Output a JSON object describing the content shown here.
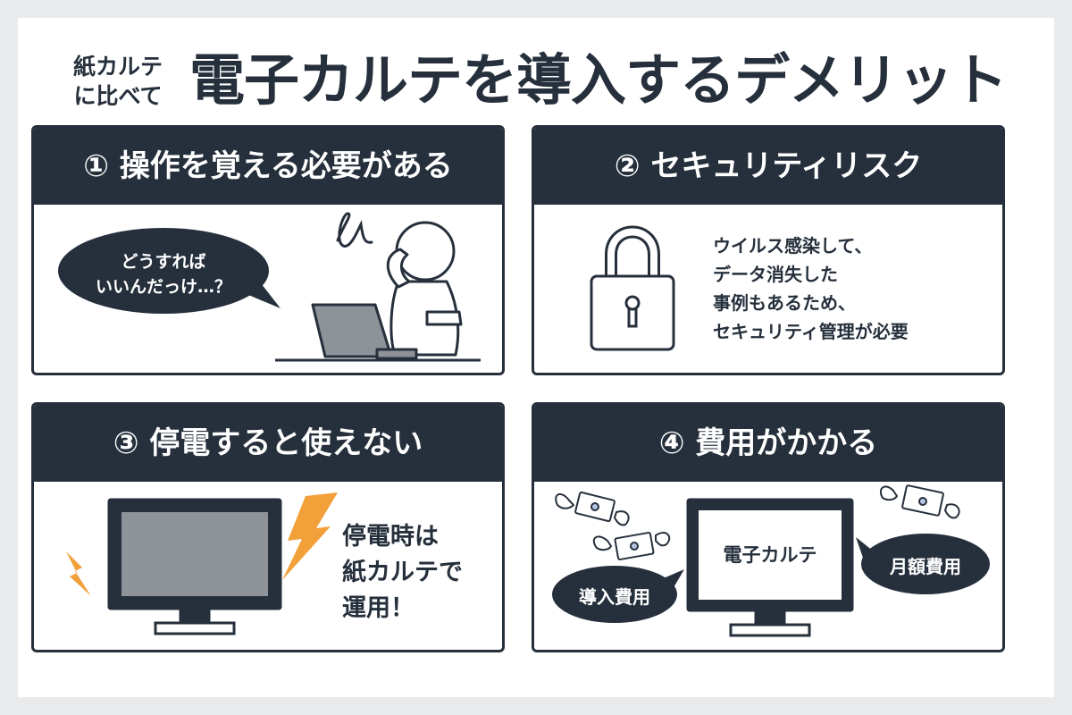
{
  "header": {
    "subtitle_lines": [
      "紙カルテ",
      "に比べて"
    ],
    "title": "電子カルテを導入するデメリット"
  },
  "panels": [
    {
      "heading": "① 操作を覚える必要がある",
      "speech_lines": [
        "どうすれば",
        "いいんだっけ…？"
      ],
      "icons": [
        "speech-bubble-icon",
        "confused-person-icon",
        "laptop-icon",
        "scribble-icon"
      ]
    },
    {
      "heading": "② セキュリティリスク",
      "text_lines": [
        "ウイルス感染して、",
        "データ消失した",
        "事例もあるため、",
        "セキュリティ管理が必要"
      ],
      "icons": [
        "padlock-icon"
      ]
    },
    {
      "heading": "③ 停電すると使えない",
      "text_lines": [
        "停電時は",
        "紙カルテで",
        "運用！"
      ],
      "icons": [
        "monitor-icon",
        "lightning-bolt-icon"
      ]
    },
    {
      "heading": "④ 費用がかかる",
      "screen_label": "電子カルテ",
      "cost_labels": [
        "導入費用",
        "月額費用"
      ],
      "icons": [
        "monitor-icon",
        "flying-money-icon",
        "speech-bubble-icon"
      ]
    }
  ],
  "colors": {
    "navy": "#26303c",
    "page_bg": "#e9eaec",
    "screen_gray": "#8e9299",
    "lightning_orange": "#f2a03a",
    "money_blue": "#b6c4e6"
  }
}
